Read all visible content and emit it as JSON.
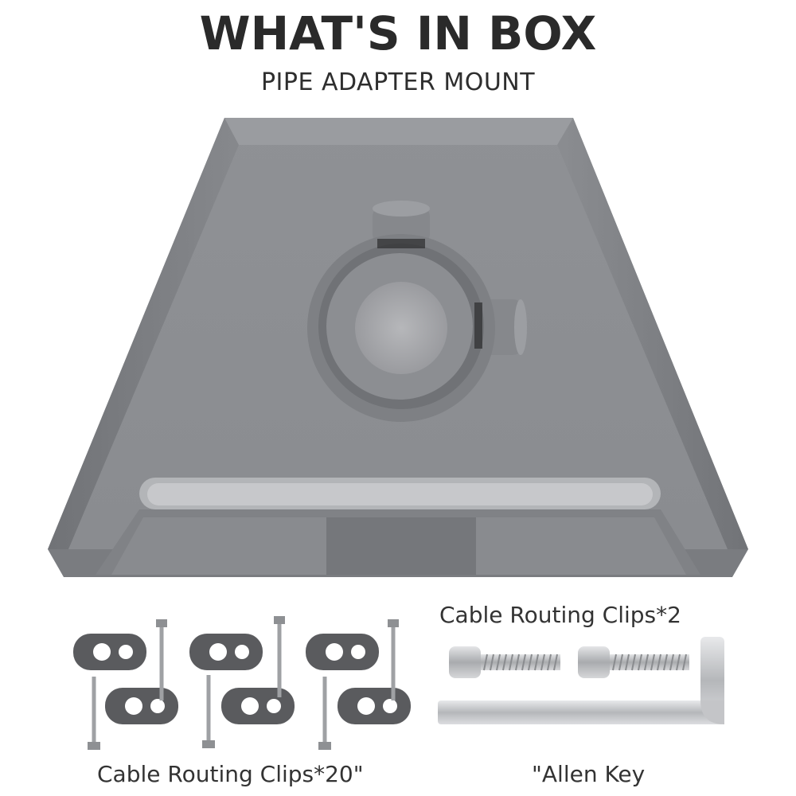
{
  "header": {
    "title": "WHAT'S IN BOX",
    "subtitle": "PIPE ADAPTER MOUNT"
  },
  "items": {
    "screws_label": "Cable Routing Clips*2",
    "clips_label": "Cable Routing Clips*20\"",
    "allen_key_label": "\"Allen Key"
  },
  "colors": {
    "mount_body": "#8d8f93",
    "mount_shadow": "#6f7176",
    "clip": "#5a5b5e",
    "background": "#ffffff"
  }
}
